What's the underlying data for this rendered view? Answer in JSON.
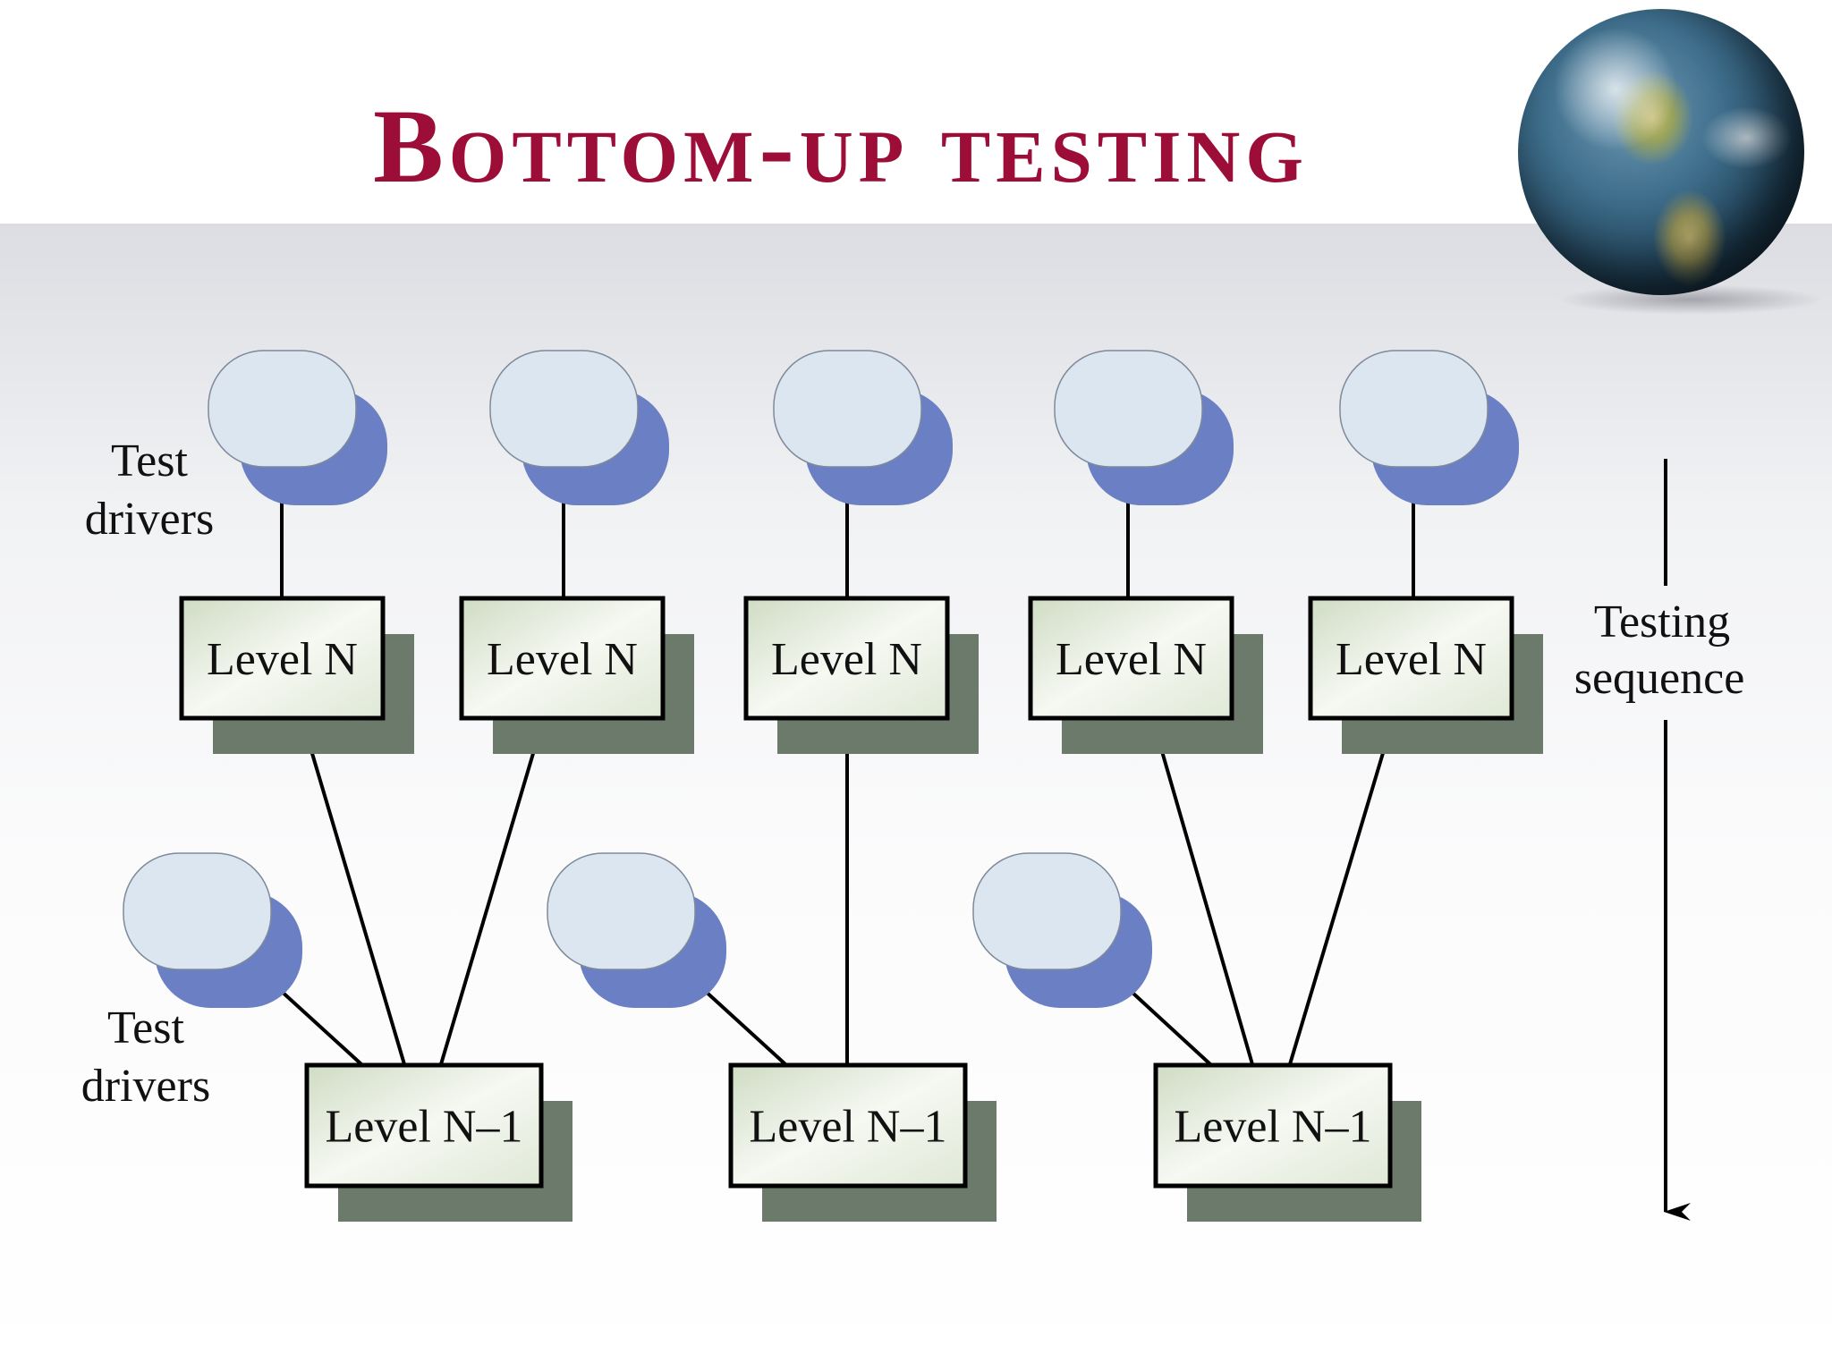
{
  "slide": {
    "title": "Bottom-up testing"
  },
  "diagram": {
    "upper_driver_label": [
      "Test",
      "drivers"
    ],
    "lower_driver_label": [
      "Test",
      "drivers"
    ],
    "sequence_label": [
      "Testing",
      "sequence"
    ],
    "level_n_label": "Level N",
    "level_n1_label": "Level N–1"
  },
  "colors": {
    "title": "#9c0d38",
    "driver_fill": "#dce6f1",
    "driver_shadow": "#6b7fc4",
    "box_shadow": "#6b7a6b",
    "box_fill": "#e4eddc"
  }
}
